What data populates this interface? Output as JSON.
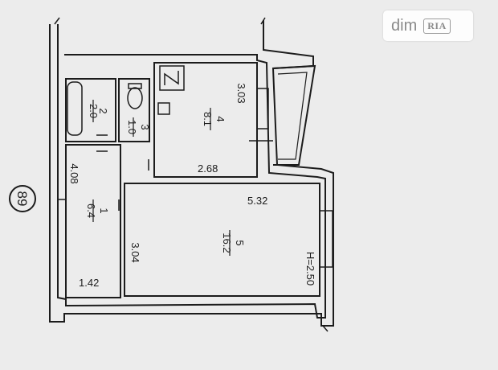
{
  "plan": {
    "apartment_number": "89",
    "ceiling_height": "H=2.50",
    "rooms": [
      {
        "id": "1",
        "area": "6.4"
      },
      {
        "id": "2",
        "area": "2.0"
      },
      {
        "id": "3",
        "area": "1.0"
      },
      {
        "id": "4",
        "area": "8.1"
      },
      {
        "id": "5",
        "area": "16.2"
      }
    ],
    "dimensions": {
      "hall_length": "4.08",
      "hall_width": "1.42",
      "kitchen_length": "3.03",
      "kitchen_width": "2.68",
      "living_length": "5.32",
      "living_width": "3.04"
    }
  },
  "watermark": {
    "brand": "dim",
    "badge": "RIA"
  },
  "colors": {
    "background": "#ececec",
    "lines": "#1c1c1c"
  }
}
